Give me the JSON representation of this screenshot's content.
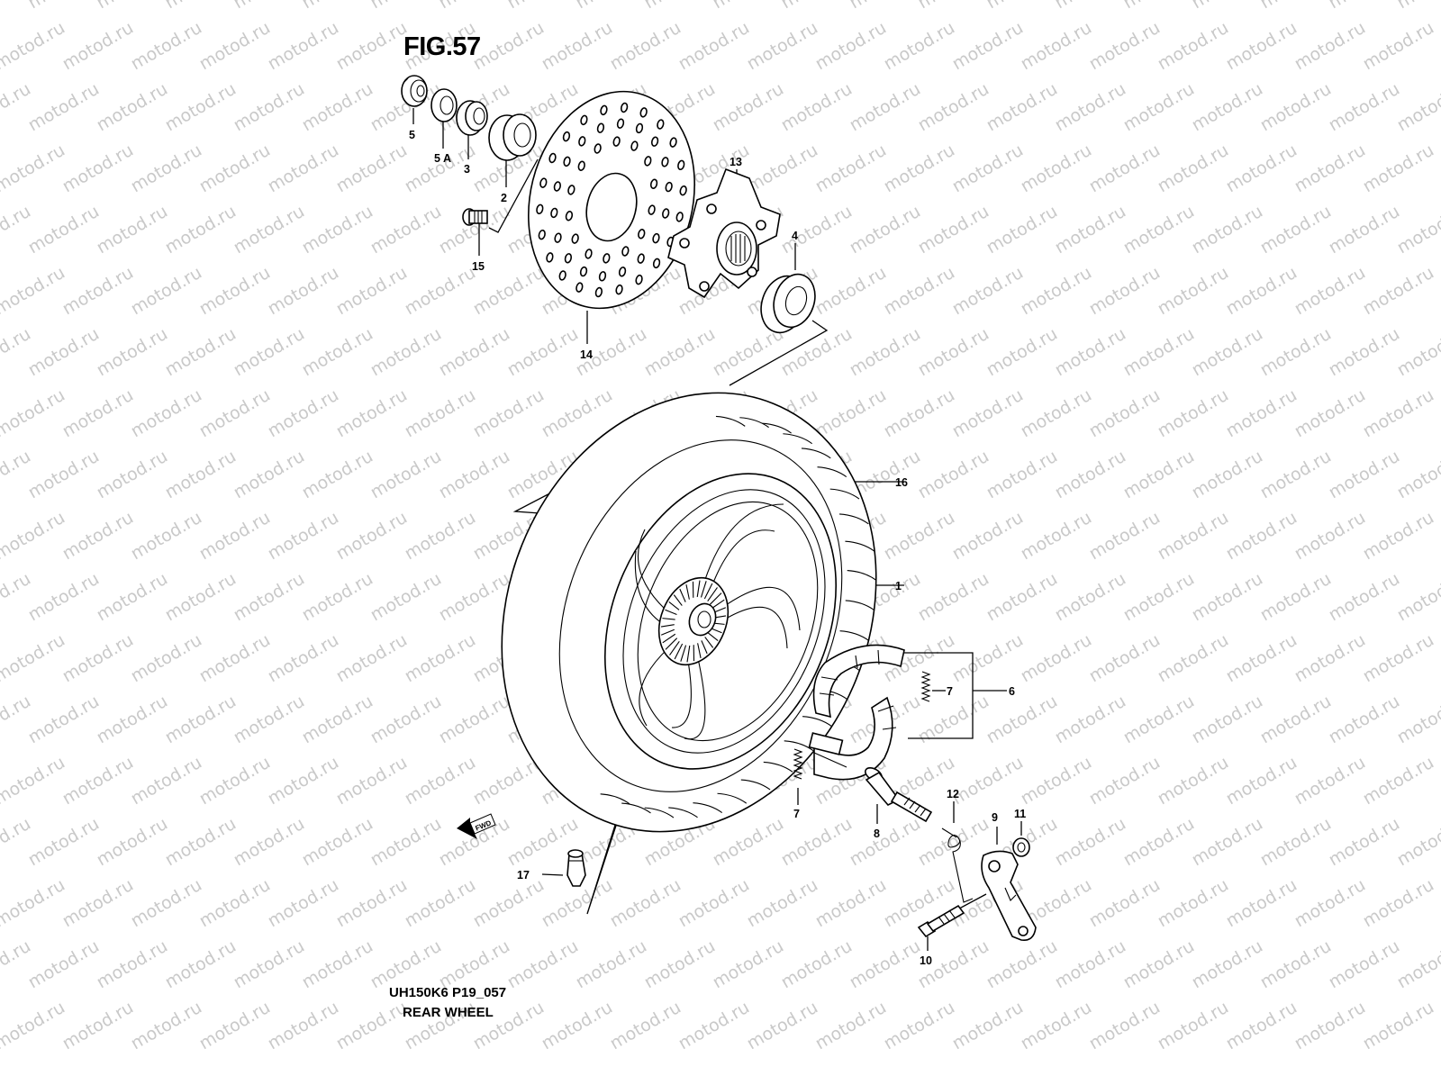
{
  "figure": {
    "title": "FIG.57"
  },
  "footer": {
    "code": "UH150K6 P19_057",
    "name": "REAR WHEEL"
  },
  "watermark": {
    "text": "motod.ru"
  },
  "fwd_arrow": {
    "label": "FWD"
  },
  "callouts": [
    {
      "id": "1",
      "text": "1"
    },
    {
      "id": "2",
      "text": "2"
    },
    {
      "id": "3",
      "text": "3"
    },
    {
      "id": "4",
      "text": "4"
    },
    {
      "id": "5",
      "text": "5"
    },
    {
      "id": "5A",
      "text": "5 A"
    },
    {
      "id": "6",
      "text": "6"
    },
    {
      "id": "7a",
      "text": "7"
    },
    {
      "id": "7b",
      "text": "7"
    },
    {
      "id": "8",
      "text": "8"
    },
    {
      "id": "9",
      "text": "9"
    },
    {
      "id": "10",
      "text": "10"
    },
    {
      "id": "11",
      "text": "11"
    },
    {
      "id": "12",
      "text": "12"
    },
    {
      "id": "13",
      "text": "13"
    },
    {
      "id": "14",
      "text": "14"
    },
    {
      "id": "15",
      "text": "15"
    },
    {
      "id": "16",
      "text": "16"
    },
    {
      "id": "17",
      "text": "17"
    }
  ]
}
